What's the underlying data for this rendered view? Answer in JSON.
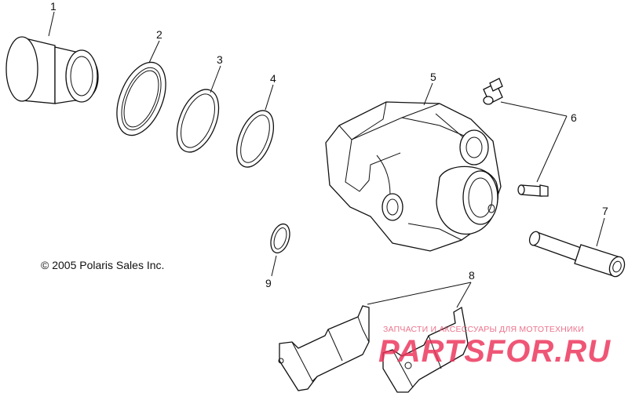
{
  "diagram": {
    "callouts": [
      {
        "id": "1",
        "label": "1"
      },
      {
        "id": "2",
        "label": "2"
      },
      {
        "id": "3",
        "label": "3"
      },
      {
        "id": "4",
        "label": "4"
      },
      {
        "id": "5",
        "label": "5"
      },
      {
        "id": "6",
        "label": "6"
      },
      {
        "id": "7",
        "label": "7"
      },
      {
        "id": "8",
        "label": "8"
      },
      {
        "id": "9",
        "label": "9"
      }
    ],
    "copyright": "© 2005 Polaris Sales Inc."
  },
  "watermark": {
    "subtitle": "ЗАПЧАСТИ И АКСЕССУАРЫ ДЛЯ МОТОТЕХНИКИ",
    "brand": "PARTSFOR.RU"
  }
}
